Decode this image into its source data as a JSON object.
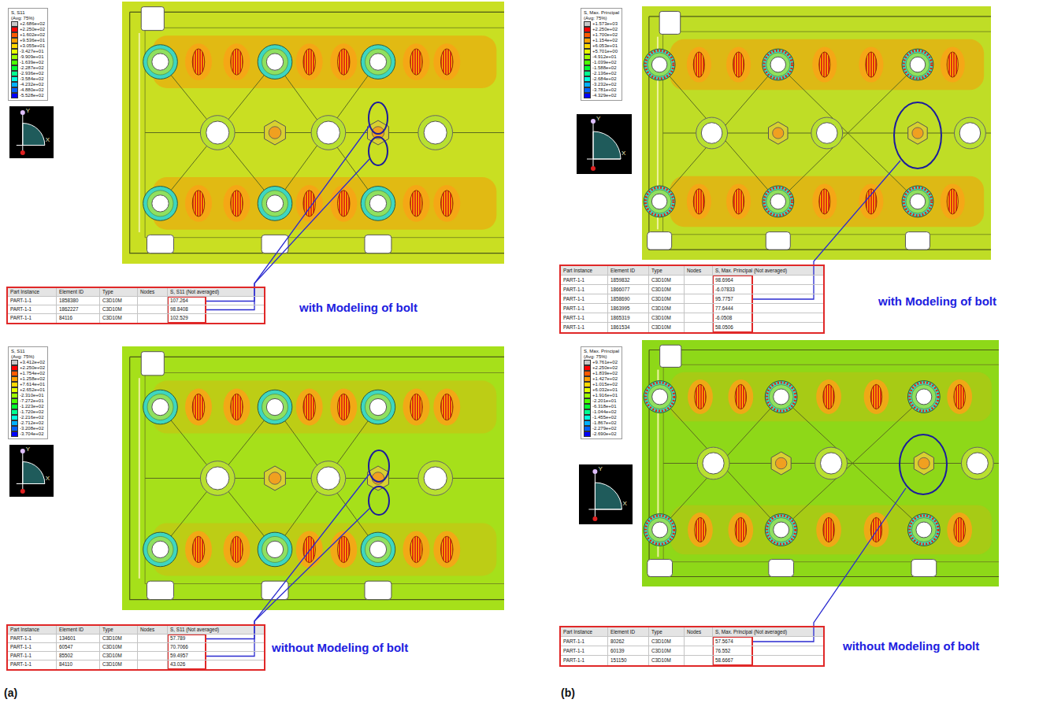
{
  "diagram": {
    "labels": [
      "S, S11",
      "(Avg: 75%)",
      "Y",
      "X",
      "Part Instance",
      "Element ID",
      "Type",
      "Nodes",
      "S, S11 (Not averaged)",
      "PART-1-1",
      "1858380",
      "C3D10M",
      "107.264",
      "PART-1-1",
      "1862227",
      "C3D10M",
      "98.8408",
      "PART-1-1",
      "84116",
      "C3D10M",
      "102.529",
      "with Modeling of bolt",
      "S, S11",
      "(Avg: 75%)",
      "Y",
      "X",
      "Part Instance",
      "Element ID",
      "Type",
      "Nodes",
      "S, S11 (Not averaged)",
      "PART-1-1",
      "134601",
      "C3D10M",
      "57.789",
      "PART-1-1",
      "60547",
      "C3D10M",
      "70.7066",
      "PART-1-1",
      "85502",
      "C3D10M",
      "59.4957",
      "PART-1-1",
      "84110",
      "C3D10M",
      "43.026",
      "without Modeling of bolt",
      "(a)",
      "S, Max. Principal",
      "(Avg: 75%)",
      "Y",
      "X",
      "Part Instance",
      "Element ID",
      "Type",
      "Nodes",
      "S, Max. Principal (Not averaged)",
      "PART-1-1",
      "1859832",
      "C3D10M",
      "98.6964",
      "PART-1-1",
      "1866077",
      "C3D10M",
      "-6.07833",
      "PART-1-1",
      "1858690",
      "C3D10M",
      "95.7757",
      "PART-1-1",
      "1863995",
      "C3D10M",
      "77.6444",
      "PART-1-1",
      "1865319",
      "C3D10M",
      "-6.0508",
      "PART-1-1",
      "1861534",
      "C3D10M",
      "58.0506",
      "with Modeling of bolt",
      "S, Max. Principal",
      "(Avg: 75%)",
      "Y",
      "X",
      "Part Instance",
      "Element ID",
      "Type",
      "Nodes",
      "S, Max. Principal (Not averaged)",
      "PART-1-1",
      "80262",
      "C3D10M",
      "57.5674",
      "PART-1-1",
      "60139",
      "C3D10M",
      "76.552",
      "PART-1-1",
      "151150",
      "C3D10M",
      "58.6667",
      "without Modeling of bolt",
      "(b)"
    ],
    "legend": [
      {
        "text": "+2.686e+02",
        "color": "#c8c8c8"
      },
      {
        "text": "+2.250e+02",
        "color": "#ff0000"
      },
      {
        "text": "+1.602e+02",
        "color": "#ff5a00"
      },
      {
        "text": "+9.536e+01",
        "color": "#ffa000"
      },
      {
        "text": "+3.055e+01",
        "color": "#ffd800"
      },
      {
        "text": "-3.427e+01",
        "color": "#e6ff00"
      },
      {
        "text": "-9.909e+01",
        "color": "#9cff00"
      },
      {
        "text": "-1.639e+02",
        "color": "#4cff00"
      },
      {
        "text": "-2.287e+02",
        "color": "#00ff30"
      },
      {
        "text": "-2.936e+02",
        "color": "#00ff90"
      },
      {
        "text": "-3.584e+02",
        "color": "#00ffe0"
      },
      {
        "text": "-4.232e+02",
        "color": "#00b0ff"
      },
      {
        "text": "-4.880e+02",
        "color": "#0060ff"
      },
      {
        "text": "-5.528e+02",
        "color": "#0000ff"
      },
      {
        "text": "+3.412e+02",
        "color": "#c8c8c8"
      },
      {
        "text": "+2.250e+02",
        "color": "#ff0000"
      },
      {
        "text": "+1.754e+02",
        "color": "#ff5a00"
      },
      {
        "text": "+1.258e+02",
        "color": "#ffa000"
      },
      {
        "text": "+7.614e+01",
        "color": "#ffd800"
      },
      {
        "text": "+2.652e+01",
        "color": "#e6ff00"
      },
      {
        "text": "-2.310e+01",
        "color": "#9cff00"
      },
      {
        "text": "-7.272e+01",
        "color": "#4cff00"
      },
      {
        "text": "-1.223e+02",
        "color": "#00ff30"
      },
      {
        "text": "-1.720e+02",
        "color": "#00ff90"
      },
      {
        "text": "-2.216e+02",
        "color": "#00ffe0"
      },
      {
        "text": "-2.712e+02",
        "color": "#00b0ff"
      },
      {
        "text": "-3.208e+02",
        "color": "#0060ff"
      },
      {
        "text": "-3.704e+02",
        "color": "#0000ff"
      },
      {
        "text": "+1.573e+03",
        "color": "#c8c8c8"
      },
      {
        "text": "+2.250e+02",
        "color": "#ff0000"
      },
      {
        "text": "+1.700e+02",
        "color": "#ff5a00"
      },
      {
        "text": "+1.154e+02",
        "color": "#ffa000"
      },
      {
        "text": "+6.053e+01",
        "color": "#ffd800"
      },
      {
        "text": "+5.701e+00",
        "color": "#e6ff00"
      },
      {
        "text": "-4.912e+01",
        "color": "#9cff00"
      },
      {
        "text": "-1.039e+02",
        "color": "#4cff00"
      },
      {
        "text": "-1.588e+02",
        "color": "#00ff30"
      },
      {
        "text": "-2.136e+02",
        "color": "#00ff90"
      },
      {
        "text": "-2.684e+02",
        "color": "#00ffe0"
      },
      {
        "text": "-3.232e+02",
        "color": "#00b0ff"
      },
      {
        "text": "-3.781e+02",
        "color": "#0060ff"
      },
      {
        "text": "-4.329e+02",
        "color": "#0000ff"
      },
      {
        "text": "+9.761e+02",
        "color": "#c8c8c8"
      },
      {
        "text": "+2.250e+02",
        "color": "#ff0000"
      },
      {
        "text": "+1.839e+02",
        "color": "#ff5a00"
      },
      {
        "text": "+1.427e+02",
        "color": "#ffa000"
      },
      {
        "text": "+1.015e+02",
        "color": "#ffd800"
      },
      {
        "text": "+6.032e+01",
        "color": "#e6ff00"
      },
      {
        "text": "+1.916e+01",
        "color": "#9cff00"
      },
      {
        "text": "-2.201e+01",
        "color": "#4cff00"
      },
      {
        "text": "-6.318e+01",
        "color": "#00ff30"
      },
      {
        "text": "-1.044e+02",
        "color": "#00ff90"
      },
      {
        "text": "-1.455e+02",
        "color": "#00ffe0"
      },
      {
        "text": "-1.867e+02",
        "color": "#00b0ff"
      },
      {
        "text": "-2.279e+02",
        "color": "#0060ff"
      },
      {
        "text": "-2.690e+02",
        "color": "#0000ff"
      }
    ]
  }
}
